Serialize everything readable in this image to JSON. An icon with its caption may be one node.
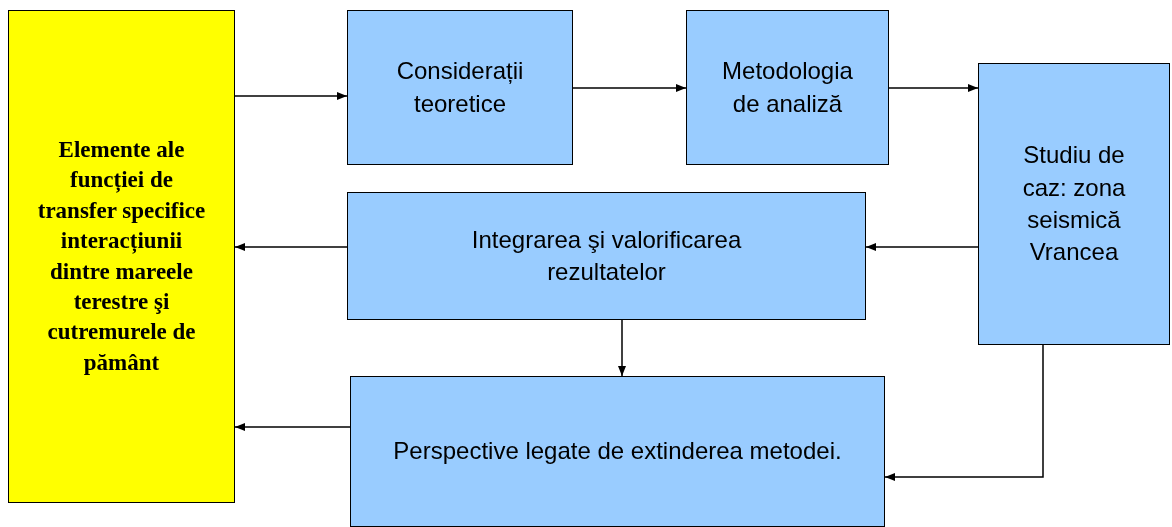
{
  "diagram": {
    "nodes": [
      {
        "text": [
          "Elemente ale funcției de transfer specifice interacțiunii dintre mareele terestre şi cutremurele de pământ"
        ]
      },
      {
        "text": [
          "Considerații teoretice"
        ]
      },
      {
        "text": [
          "Metodologia de analiză"
        ]
      },
      {
        "text": [
          "Studiu de caz: zona seismică Vrancea"
        ]
      },
      {
        "text": [
          "Integrarea şi valorificarea rezultatelor"
        ]
      },
      {
        "text": [
          "Perspective legate de extinderea metodei."
        ]
      }
    ],
    "edges": [
      {
        "from": 0,
        "to": 1,
        "arrow": "to"
      },
      {
        "from": 1,
        "to": 2,
        "arrow": "to"
      },
      {
        "from": 2,
        "to": 3,
        "arrow": "to"
      },
      {
        "from": 3,
        "to": 4,
        "arrow": "to"
      },
      {
        "from": 4,
        "to": 0,
        "arrow": "to"
      },
      {
        "from": 4,
        "to": 5,
        "arrow": "to"
      },
      {
        "from": 3,
        "to": 5,
        "arrow": "to"
      },
      {
        "from": 5,
        "to": 0,
        "arrow": "to"
      }
    ]
  }
}
